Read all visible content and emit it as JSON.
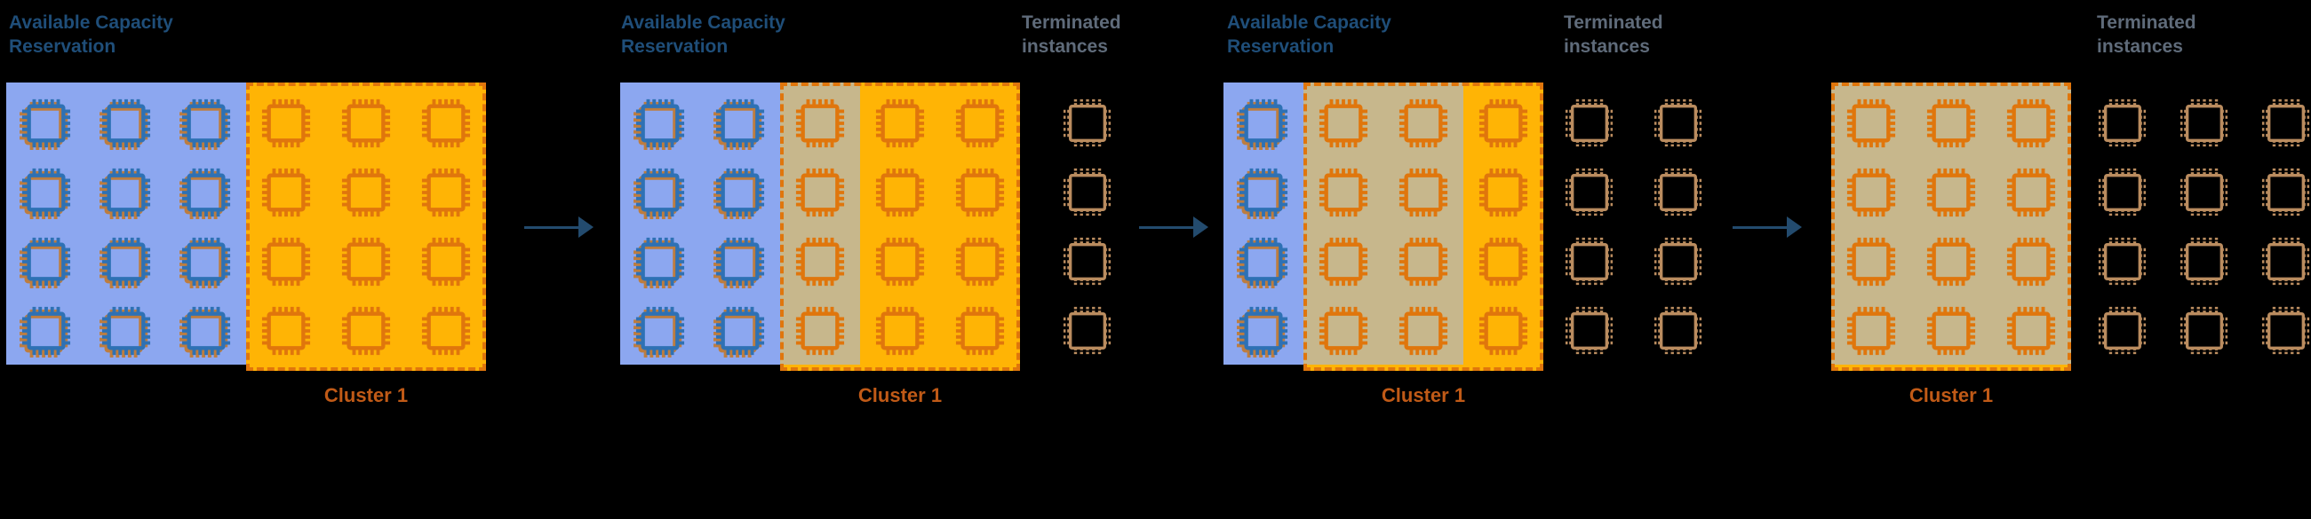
{
  "diagram": {
    "background_color": "#000000",
    "labels": {
      "capacity_reservation_title": "Available Capacity Reservation",
      "terminated_title": "Terminated instances",
      "cluster_label": "Cluster 1"
    },
    "colors": {
      "title_blue": "#1F4E79",
      "terminated_gray": "#5F6B7A",
      "cluster_label_orange": "#C05A17",
      "reservation_fill": "#8CA7F0",
      "cluster_fill": "#FFB405",
      "overlap_fill": "#C7B78C",
      "chip_blue": "#2E71B4",
      "chip_blue_shadow": "#BD7D3F",
      "chip_orange": "#E0760C",
      "chip_terminated": "#BA8C5F",
      "arrow": "#234B6E"
    },
    "rows": 4,
    "panels": [
      {
        "id": 1,
        "show_reservation_title": true,
        "show_terminated_title": false,
        "show_cluster_label": true,
        "blue_only_columns": 3,
        "overlap_columns": 0,
        "cluster_only_columns": 3,
        "terminated_columns": 0,
        "arrow_after": true
      },
      {
        "id": 2,
        "show_reservation_title": true,
        "show_terminated_title": true,
        "show_cluster_label": true,
        "blue_only_columns": 2,
        "overlap_columns": 1,
        "cluster_only_columns": 2,
        "terminated_columns": 1,
        "arrow_after": true
      },
      {
        "id": 3,
        "show_reservation_title": true,
        "show_terminated_title": true,
        "show_cluster_label": true,
        "blue_only_columns": 1,
        "overlap_columns": 2,
        "cluster_only_columns": 1,
        "terminated_columns": 2,
        "arrow_after": true
      },
      {
        "id": 4,
        "show_reservation_title": false,
        "show_terminated_title": true,
        "show_cluster_label": true,
        "blue_only_columns": 0,
        "overlap_columns": 3,
        "cluster_only_columns": 0,
        "terminated_columns": 3,
        "arrow_after": false
      }
    ]
  }
}
